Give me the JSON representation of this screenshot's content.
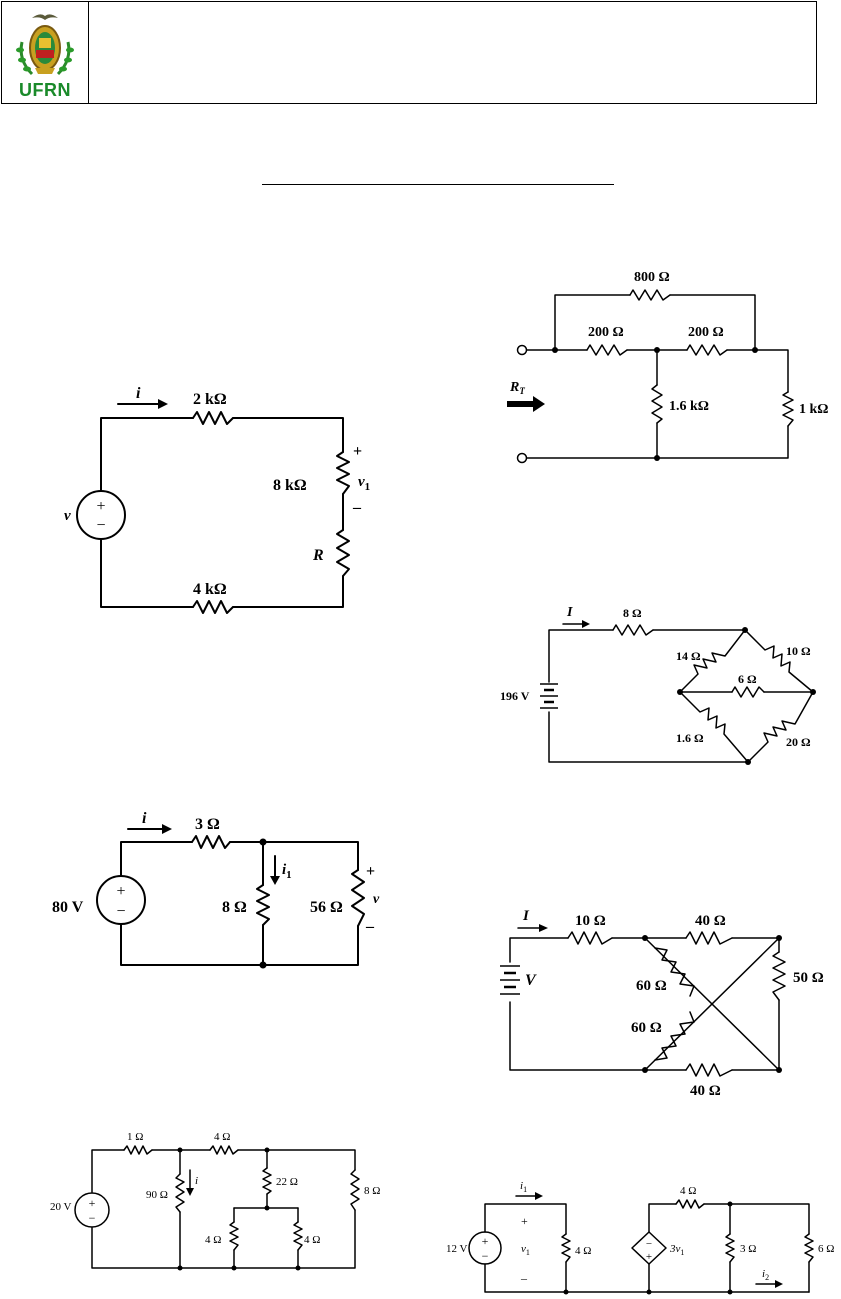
{
  "header": {
    "logo_text": "UFRN"
  },
  "c1": {
    "i": "i",
    "r_top": "2 kΩ",
    "r_right": "8 kΩ",
    "plus": "+",
    "minus": "–",
    "v1": "v",
    "v1_sub": "1",
    "r": "R",
    "r_bottom": "4 kΩ",
    "src": "v",
    "src_plus": "+",
    "src_minus": "−"
  },
  "c2": {
    "r_top": "800 Ω",
    "r_left": "200 Ω",
    "r_right": "200 Ω",
    "r_mid": "1.6 kΩ",
    "r_end": "1 kΩ",
    "rt": "R",
    "rt_sub": "T"
  },
  "c3": {
    "i": "I",
    "r_series": "8 Ω",
    "r14": "14 Ω",
    "r10": "10 Ω",
    "r6": "6 Ω",
    "r16": "1.6 Ω",
    "r20": "20 Ω",
    "src": "196 V"
  },
  "c4": {
    "i": "i",
    "r_series": "3 Ω",
    "i1": "i",
    "i1_sub": "1",
    "r_mid": "8 Ω",
    "r_right": "56 Ω",
    "plus": "+",
    "minus": "–",
    "v": "v",
    "src": "80 V",
    "src_plus": "+",
    "src_minus": "−"
  },
  "c5": {
    "i": "I",
    "r_series": "10 Ω",
    "r_top": "40 Ω",
    "r_diag1": "60 Ω",
    "r_diag2": "60 Ω",
    "r_right": "50 Ω",
    "r_bottom": "40 Ω",
    "src": "V"
  },
  "c6": {
    "r1": "1 Ω",
    "r2": "4 Ω",
    "r90": "90 Ω",
    "i": "i",
    "r22": "22 Ω",
    "r8": "8 Ω",
    "r4a": "4 Ω",
    "r4b": "4 Ω",
    "src": "20 V",
    "src_plus": "+",
    "src_minus": "−"
  },
  "c7": {
    "i1": "i",
    "i1_sub": "1",
    "plus": "+",
    "v1": "v",
    "v1_sub": "1",
    "minus": "–",
    "r4a": "4 Ω",
    "src": "12 V",
    "src_plus": "+",
    "src_minus": "−",
    "r4b": "4 Ω",
    "dep": "3v",
    "dep_sub": "1",
    "dep_minus": "−",
    "dep_plus": "+",
    "r3": "3 Ω",
    "r6": "6 Ω",
    "i2": "i",
    "i2_sub": "2"
  }
}
